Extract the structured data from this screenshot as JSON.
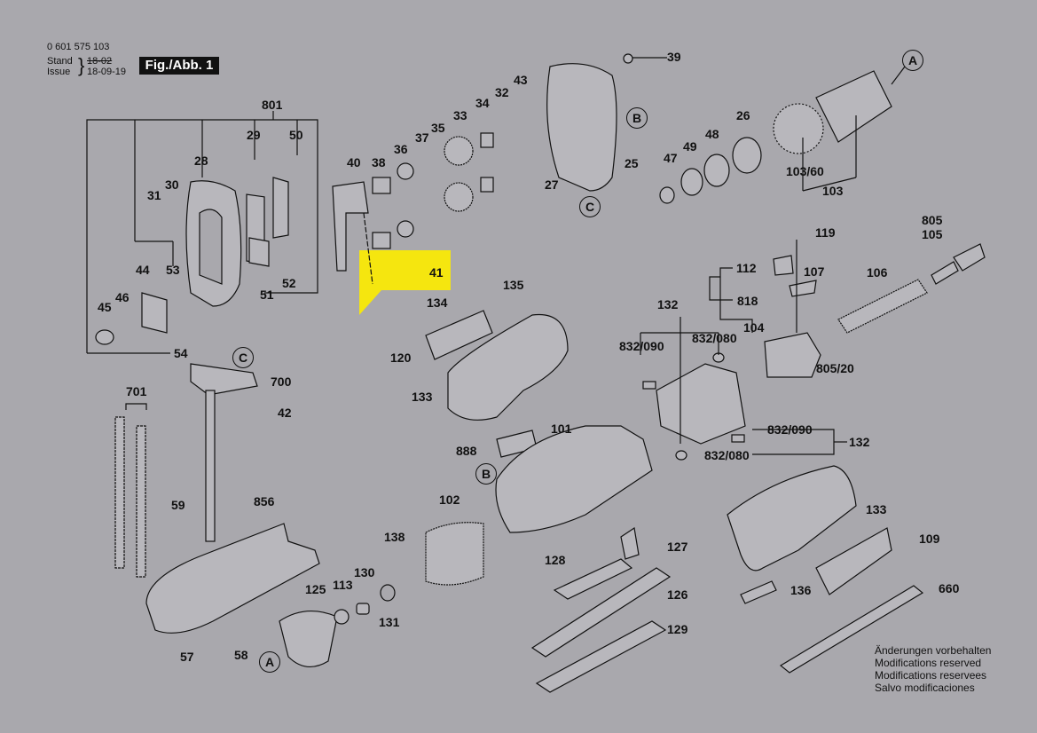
{
  "header": {
    "part_number": "0 601 575 103",
    "stand_label": "Stand",
    "issue_label": "Issue",
    "old_date": "18-02",
    "issue_date": "18-09-19",
    "figure_label": "Fig./Abb. 1"
  },
  "highlight": {
    "part": "41",
    "color": "#f5e60f"
  },
  "callouts": {
    "801": "801",
    "29": "29",
    "50": "50",
    "28": "28",
    "31": "31",
    "30": "30",
    "44": "44",
    "53": "53",
    "46": "46",
    "45": "45",
    "51": "51",
    "52": "52",
    "54": "54",
    "40": "40",
    "38": "38",
    "36": "36",
    "37": "37",
    "35": "35",
    "33": "33",
    "34": "34",
    "32": "32",
    "43": "43",
    "27": "27",
    "39": "39",
    "25": "25",
    "47": "47",
    "49": "49",
    "48": "48",
    "26": "26",
    "103_60": "103/60",
    "103": "103",
    "41": "41",
    "134": "134",
    "135": "135",
    "120": "120",
    "133a": "133",
    "700": "700",
    "42": "42",
    "701": "701",
    "59": "59",
    "856": "856",
    "57": "57",
    "58": "58",
    "125": "125",
    "113": "113",
    "130": "130",
    "131": "131",
    "138": "138",
    "102": "102",
    "888": "888",
    "101": "101",
    "128": "128",
    "127": "127",
    "126": "126",
    "129": "129",
    "119": "119",
    "112": "112",
    "107": "107",
    "818": "818",
    "104": "104",
    "106": "106",
    "805": "805",
    "105": "105",
    "805_20": "805/20",
    "132a": "132",
    "832_090a": "832/090",
    "832_080a": "832/080",
    "832_090b": "832/090",
    "832_080b": "832/080",
    "132b": "132",
    "133b": "133",
    "109": "109",
    "136": "136",
    "660": "660"
  },
  "reference_markers": {
    "A1": "A",
    "A2": "A",
    "B1": "B",
    "B2": "B",
    "C1": "C",
    "C2": "C"
  },
  "notes": [
    "Änderungen vorbehalten",
    "Modifications reserved",
    "Modifications reservees",
    "Salvo modificaciones"
  ]
}
